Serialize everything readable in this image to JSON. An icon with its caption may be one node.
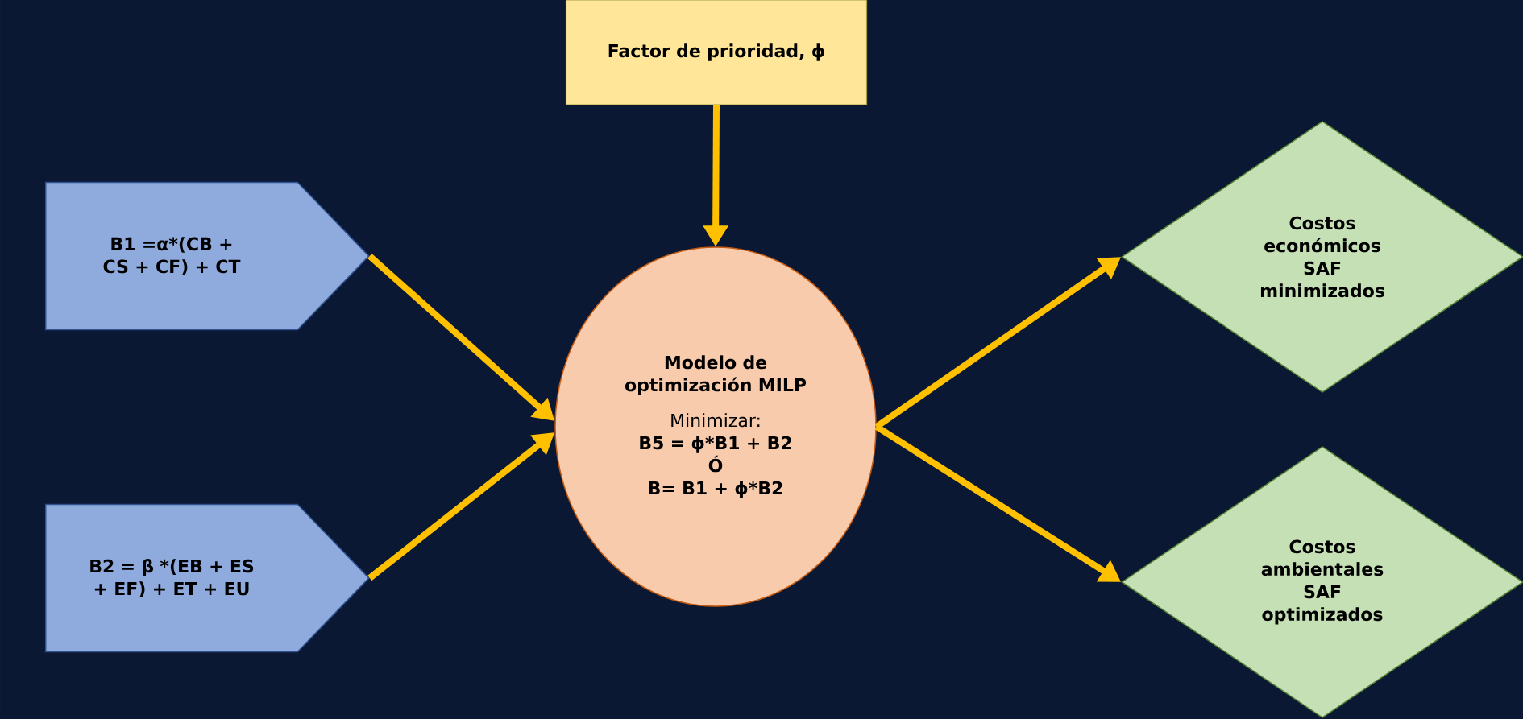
{
  "diagram": {
    "nodes": [
      {
        "text": [
          "Factor de prioridad, ϕ"
        ]
      },
      {
        "text": [
          "B1 =α*(CB + CS + CF) + CT"
        ]
      },
      {
        "text": [
          "Modelo de optimización MILP",
          "Minimizar:",
          "B5 = ϕ*B1 + B2",
          "Ó",
          "B= B1 + ϕ*B2"
        ]
      },
      {
        "text": [
          "Costos económicos SAF minimizados"
        ]
      },
      {
        "text": [
          "B2 = β *(EB + ES + EF) + ET + EU"
        ]
      },
      {
        "text": [
          "Costos ambientales SAF optimizados"
        ]
      }
    ],
    "edges": [
      {
        "from": 0,
        "to": 2,
        "arrow": "to"
      },
      {
        "from": 1,
        "to": 2,
        "arrow": "to"
      },
      {
        "from": 4,
        "to": 2,
        "arrow": "to"
      },
      {
        "from": 2,
        "to": 3,
        "arrow": "to"
      },
      {
        "from": 2,
        "to": 5,
        "arrow": "to"
      }
    ]
  }
}
